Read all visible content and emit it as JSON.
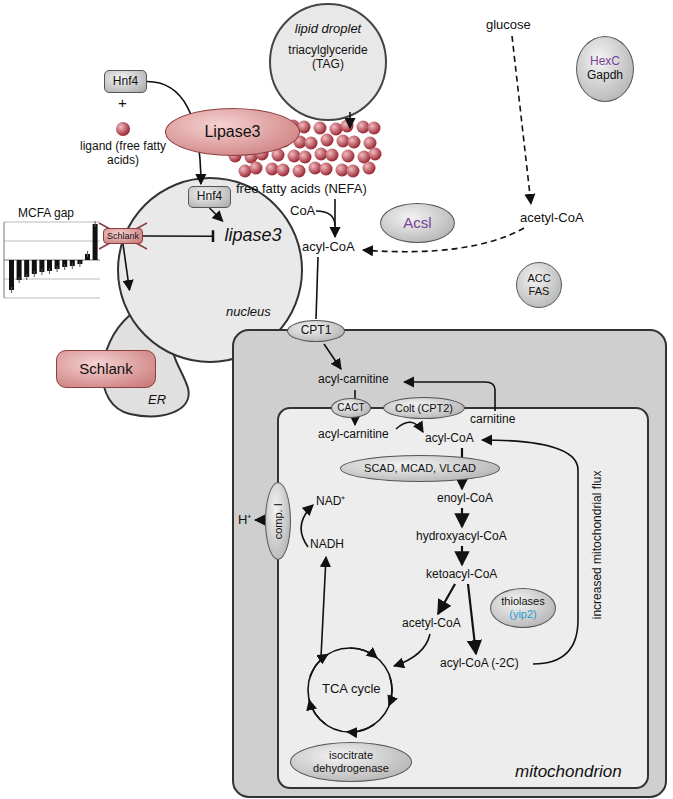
{
  "diagram": {
    "nodes": [
      {
        "text": [
          "lipid droplet",
          "triacylglyceride (TAG)"
        ]
      },
      {
        "text": [
          "Lipase3"
        ]
      },
      {
        "text": [
          "HexC",
          "Gapdh"
        ]
      },
      {
        "text": [
          "Hnf4"
        ]
      },
      {
        "text": [
          "nucleus"
        ]
      },
      {
        "text": [
          "Hnf4"
        ],
        "in": 4
      },
      {
        "text": [
          "lipase3"
        ],
        "in": 4
      },
      {
        "text": [
          "Schlank"
        ],
        "in": 4
      },
      {
        "text": [
          "ER"
        ]
      },
      {
        "text": [
          "Schlank"
        ]
      },
      {
        "text": [
          "Acsl"
        ]
      },
      {
        "text": [
          "ACC",
          "FAS"
        ]
      },
      {
        "text": [
          "CPT1"
        ]
      },
      {
        "text": [
          "mitochondrion"
        ]
      },
      {
        "text": [
          "CACT"
        ],
        "in": 13
      },
      {
        "text": [
          "Colt (CPT2)"
        ],
        "in": 13
      },
      {
        "text": [
          "SCAD, MCAD, VLCAD"
        ],
        "in": 13
      },
      {
        "text": [
          "thiolases",
          "(yip2)"
        ],
        "in": 13
      },
      {
        "text": [
          "comp. I"
        ],
        "in": 13
      },
      {
        "text": [
          "isocitrate dehydrogenase"
        ],
        "in": 13
      }
    ],
    "edges": [
      {
        "from": 3,
        "to": 5,
        "arrow": "to"
      },
      {
        "from": 5,
        "to": 6,
        "arrow": "to"
      },
      {
        "from": 7,
        "to": 6,
        "arrow": "to"
      },
      {
        "from": 7,
        "to": 8,
        "arrow": "to"
      }
    ],
    "labels": [
      "+",
      "ligand (free fatty acids)",
      "MCFA gap",
      "free fatty acids (NEFA)",
      "CoA",
      "acyl-CoA",
      "glucose",
      "acetyl-CoA",
      "acyl-carnitine",
      "acyl-carnitine",
      "carnitine",
      "acyl-CoA",
      "enoyl-CoA",
      "hydroxyacyl-CoA",
      "ketoacyl-CoA",
      "acetyl-CoA",
      "acyl-CoA (-2C)",
      "increased mitochondrial flux",
      "H⁺",
      "NAD⁺",
      "NADH",
      "TCA cycle"
    ]
  }
}
